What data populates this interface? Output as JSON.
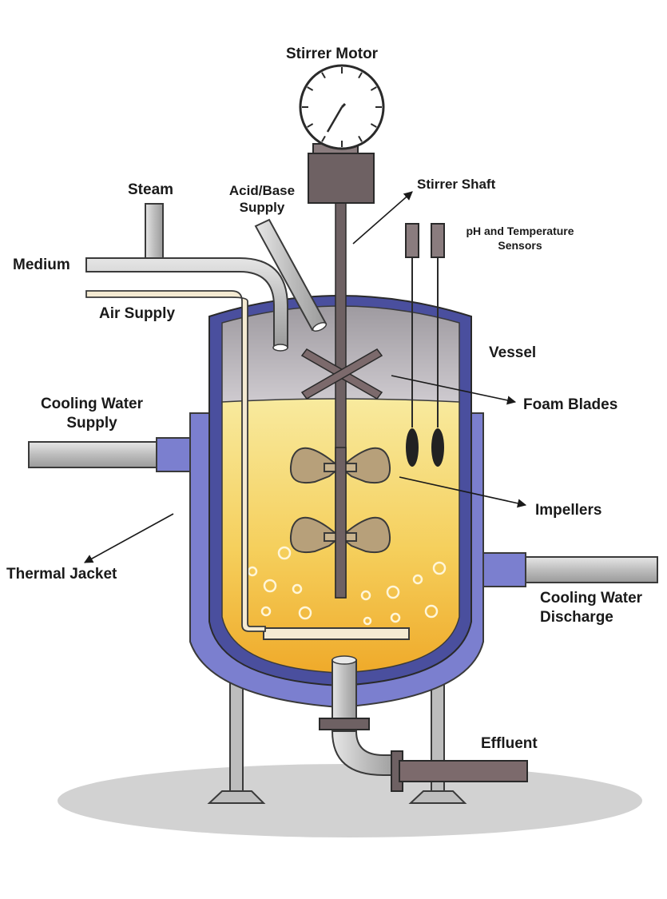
{
  "labels": {
    "stirrer_motor": "Stirrer Motor",
    "stirrer_shaft": "Stirrer Shaft",
    "steam": "Steam",
    "acid_base_line1": "Acid/Base",
    "acid_base_line2": "Supply",
    "ph_temp_line1": "pH and Temperature",
    "ph_temp_line2": "Sensors",
    "medium": "Medium",
    "air_supply": "Air Supply",
    "vessel": "Vessel",
    "cooling_supply_line1": "Cooling Water",
    "cooling_supply_line2": "Supply",
    "foam_blades": "Foam Blades",
    "impellers": "Impellers",
    "thermal_jacket": "Thermal Jacket",
    "cooling_discharge_line1": "Cooling Water",
    "cooling_discharge_line2": "Discharge",
    "effluent": "Effluent"
  },
  "colors": {
    "jacket": "#7b7fcf",
    "jacket_inner": "#4a4f9e",
    "vessel_top": "#b7b3b8",
    "liquid_top": "#f7e79a",
    "liquid_bottom": "#f2b93a",
    "pipe": "#c9c9c9",
    "motor_body": "#6e6163",
    "blade": "#b7a07a",
    "floor": "#cfcfcf"
  },
  "icons": {
    "gauge": "dial-gauge-icon"
  }
}
